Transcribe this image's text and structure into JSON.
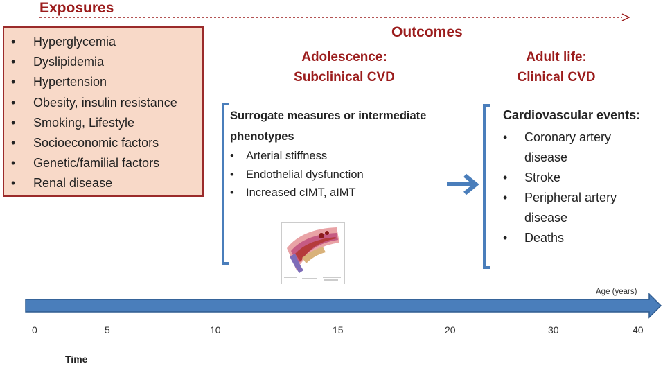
{
  "exposures": {
    "title": "Exposures",
    "items": [
      "Hyperglycemia",
      "Dyslipidemia",
      "Hypertension",
      "Obesity, insulin resistance",
      "Smoking, Lifestyle",
      "Socioeconomic factors",
      "Genetic/familial factors",
      "Renal disease"
    ]
  },
  "outcomes": {
    "title": "Outcomes",
    "adolescence": {
      "line1": "Adolescence:",
      "line2": "Subclinical CVD"
    },
    "adult": {
      "line1": "Adult life:",
      "line2": "Clinical CVD"
    }
  },
  "surrogate": {
    "heading_line1": "Surrogate measures or intermediate",
    "heading_line2": "phenotypes",
    "items": [
      "Arterial stiffness",
      "Endothelial dysfunction",
      "Increased cIMT, aIMT"
    ]
  },
  "events": {
    "heading": "Cardiovascular events:",
    "items": [
      {
        "line1": "Coronary artery",
        "line2": "disease"
      },
      {
        "line1": "Stroke"
      },
      {
        "line1": "Peripheral artery",
        "line2": "disease"
      },
      {
        "line1": "Deaths"
      }
    ]
  },
  "bullet_char": "•",
  "timeline": {
    "axis_label": "Age (years)",
    "time_label": "Time",
    "ticks": [
      "0",
      "5",
      "10",
      "15",
      "20",
      "30",
      "40"
    ]
  },
  "colors": {
    "accent_red": "#9b1c1c",
    "arrow_blue": "#4a7ebb",
    "box_fill": "#f8d9c8"
  }
}
